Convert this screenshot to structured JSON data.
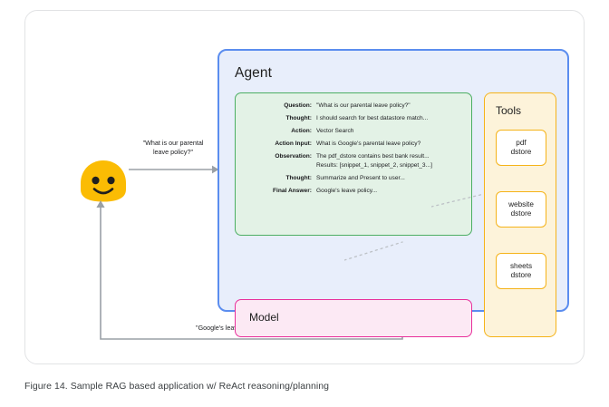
{
  "figure": {
    "caption": "Figure 14. Sample RAG based application w/ ReAct reasoning/planning"
  },
  "agent": {
    "title": "Agent",
    "border_color": "#5b8def",
    "fill_color": "#e8eefb"
  },
  "trace": {
    "border_color": "#4cae63",
    "fill_color": "#e3f2e6",
    "rows": [
      {
        "label": "Question:",
        "value": "\"What is our parental leave policy?\""
      },
      {
        "label": "Thought:",
        "value": "I should search for best datastore match..."
      },
      {
        "label": "Action:",
        "value": "Vector Search"
      },
      {
        "label": "Action Input:",
        "value": "What is Google's parental leave policy?"
      },
      {
        "label": "Observation:",
        "value": "The pdf_dstore contains best bank result...",
        "value2": "Results: [snippet_1, snippet_2, snippet_3...]"
      },
      {
        "label": "Thought:",
        "value": "Summarize and Present to user..."
      },
      {
        "label": "Final Answer:",
        "value": "Google's leave policy..."
      }
    ]
  },
  "model": {
    "title": "Model",
    "border_color": "#e8309b",
    "fill_color": "#fce9f4"
  },
  "tools": {
    "title": "Tools",
    "border_color": "#f5b319",
    "fill_color": "#fdf3da",
    "items": [
      {
        "line1": "pdf",
        "line2": "dstore"
      },
      {
        "line1": "website",
        "line2": "dstore"
      },
      {
        "line1": "sheets",
        "line2": "dstore"
      }
    ]
  },
  "user": {
    "face_color": "#fbbc04",
    "query_line1": "\"What is our parental",
    "query_line2": "leave policy?\"",
    "response": "\"Google's leave policy is covered here...\""
  }
}
